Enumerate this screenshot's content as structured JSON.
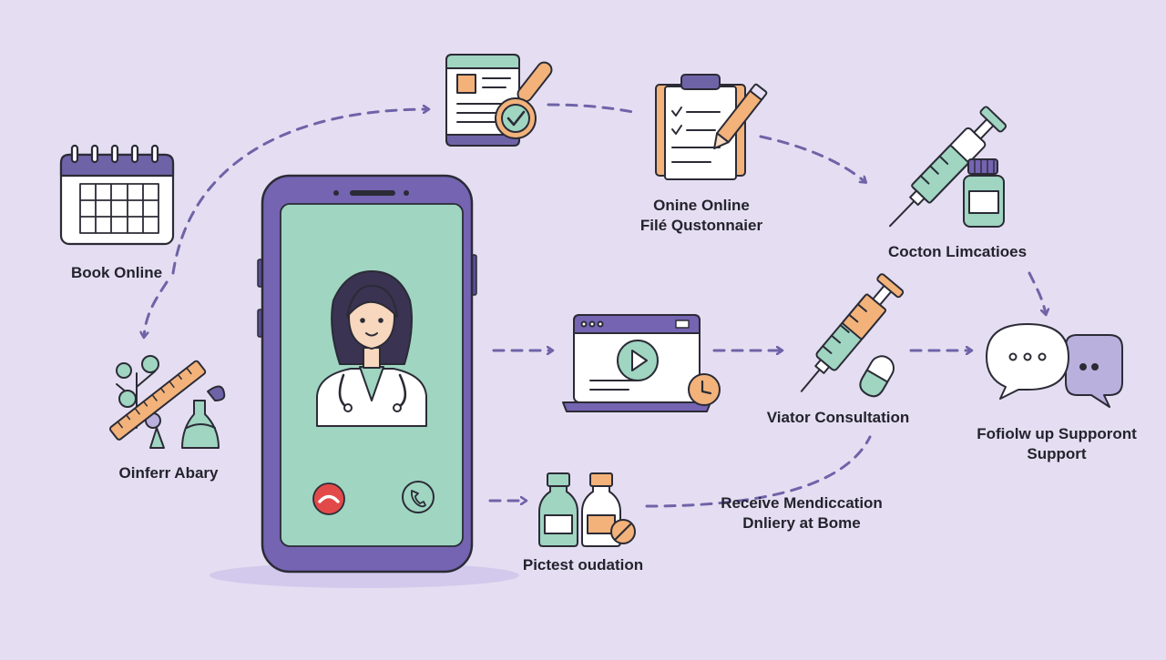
{
  "steps": {
    "book_online": "Book Online",
    "questionnaire": {
      "line1": "Onine Online",
      "line2": "Filé Qustonnaier"
    },
    "limitations": "Cocton Limcatioes",
    "consultation": "Viator Consultation",
    "follow_up": {
      "line1": "Fofiolw up Supporont",
      "line2": "Support"
    },
    "receive_medication": {
      "line1": "Receive Mendiccation",
      "line2": "Dnliery at Bome"
    },
    "pictest": "Pictest oudation",
    "oinferr": "Oinferr Abary"
  },
  "colors": {
    "background": "#e5def2",
    "purple": "#6f63a8",
    "purple_light": "#b9b0de",
    "mint": "#9fd5c1",
    "orange": "#f2b27a",
    "outline": "#2b2b36",
    "decline_red": "#e24a4a"
  }
}
